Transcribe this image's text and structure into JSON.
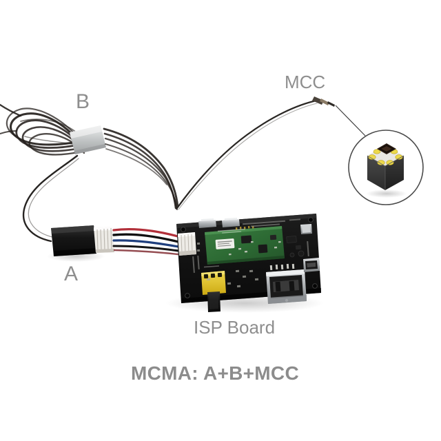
{
  "page": {
    "background_color": "#ffffff",
    "label_color": "#8e8e8e",
    "caption_color": "#8c8c8c"
  },
  "labels": {
    "cable_b": "B",
    "cable_a": "A",
    "mcc": "MCC",
    "isp_board": "ISP Board"
  },
  "caption": {
    "text": "MCMA: A+B+MCC"
  },
  "photo": {
    "items": [
      {
        "name": "cable-b-bundle",
        "description": "Coiled bundle of thin black wires with light gray heat-shrink sleeve",
        "color": "#2a2724",
        "sleeve_color": "#cfcfcf"
      },
      {
        "name": "cable-a-connector",
        "description": "Black rectangular connector block with white JST header",
        "color": "#1b1b1b",
        "header_color": "#e8e6e2"
      },
      {
        "name": "ribbon-wires",
        "description": "Red, black and blue ribbon wires from connector A to board",
        "wire_colors": [
          "#b2303a",
          "#151515",
          "#21407f"
        ]
      },
      {
        "name": "isp-board",
        "description": "Black PCB with green daughter module, USB-A port, micro-USB port and yellow pin header",
        "pcb_color": "#141414",
        "module_color": "#2c6b33",
        "header_color": "#e2c419",
        "metal_color": "#b9bcbf"
      },
      {
        "name": "mcc-cable",
        "description": "Thin black coaxial cable with small metal connector tip",
        "color": "#2a2724"
      },
      {
        "name": "mcc-sensor-magnifier",
        "description": "Circular callout showing cube shaped MCC sensor with dark lens top and gold pads",
        "circle_color": "#4a4a4a",
        "cube_color": "#3a3a3a",
        "pad_color": "#eedb4a",
        "lens_color": "#2a1c14"
      }
    ]
  }
}
